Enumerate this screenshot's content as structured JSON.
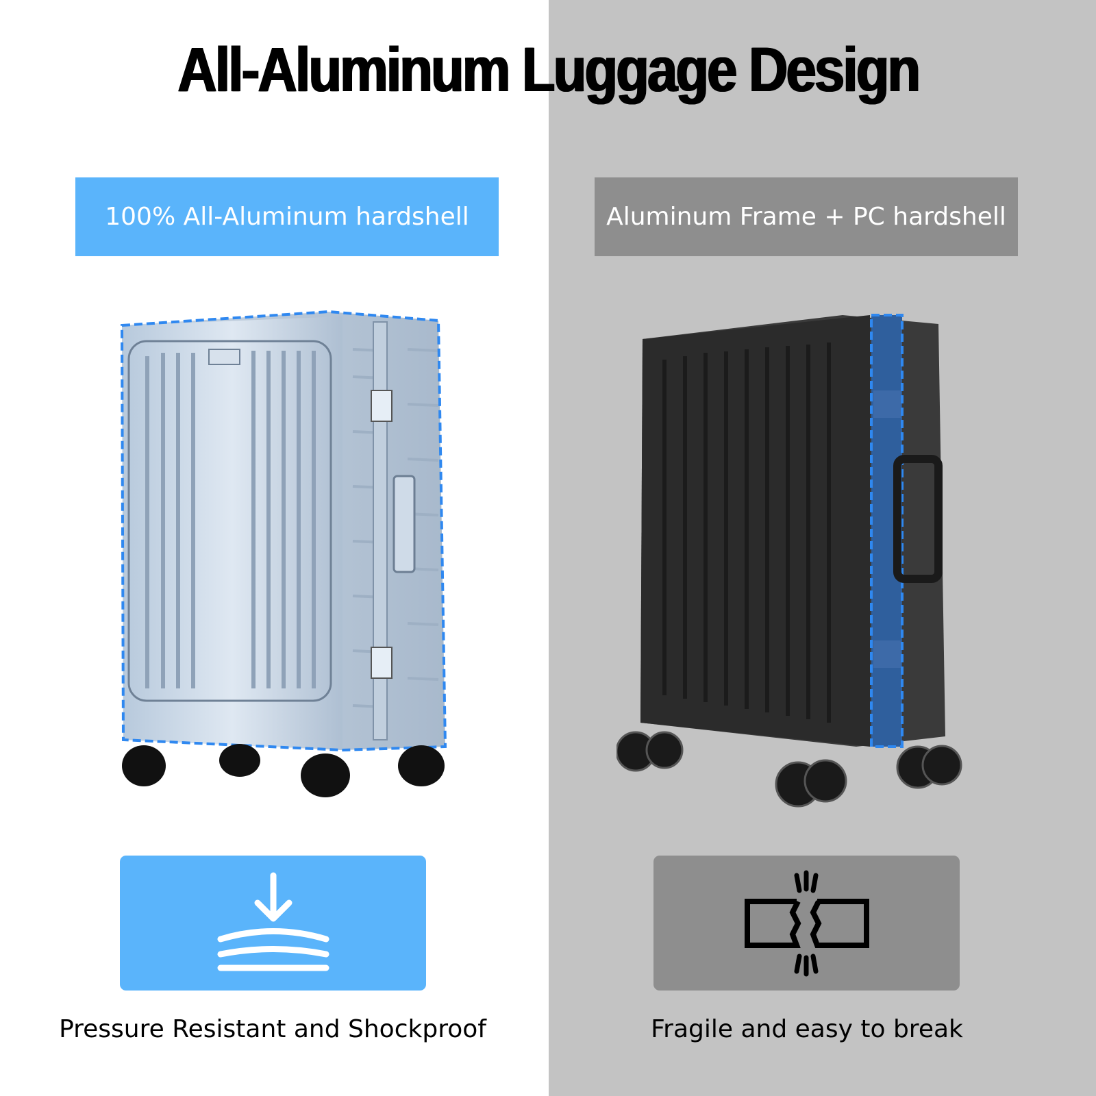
{
  "title": "All-Aluminum Luggage Design",
  "left": {
    "label": "100% All-Aluminum hardshell",
    "icon": "pressure-resistant-icon",
    "caption": "Pressure Resistant and Shockproof",
    "color": "#5ab4fb"
  },
  "right": {
    "label": "Aluminum Frame + PC hardshell",
    "icon": "broken-fragile-icon",
    "caption": "Fragile and easy to break",
    "color": "#8e8e8e"
  }
}
